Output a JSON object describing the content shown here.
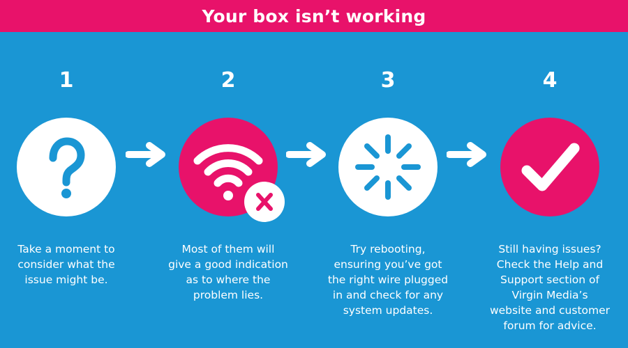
{
  "header": {
    "title": "Your box isn’t working"
  },
  "colors": {
    "background": "#1A96D4",
    "accent": "#E8126A",
    "white": "#FFFFFF"
  },
  "steps": [
    {
      "number": "1",
      "icon": "question-mark-icon",
      "description": "Take a moment to\nconsider what the\nissue might be."
    },
    {
      "number": "2",
      "icon": "wifi-error-icon",
      "description": "Most of them will\ngive a good indication\nas to where the\nproblem lies."
    },
    {
      "number": "3",
      "icon": "loading-spinner-icon",
      "description": "Try rebooting,\nensuring you’ve got\nthe right wire plugged\nin and check for any\nsystem updates."
    },
    {
      "number": "4",
      "icon": "checkmark-icon",
      "description": "Still having issues?\nCheck the Help and\nSupport section of\nVirgin Media’s\nwebsite and customer\nforum for advice."
    }
  ]
}
